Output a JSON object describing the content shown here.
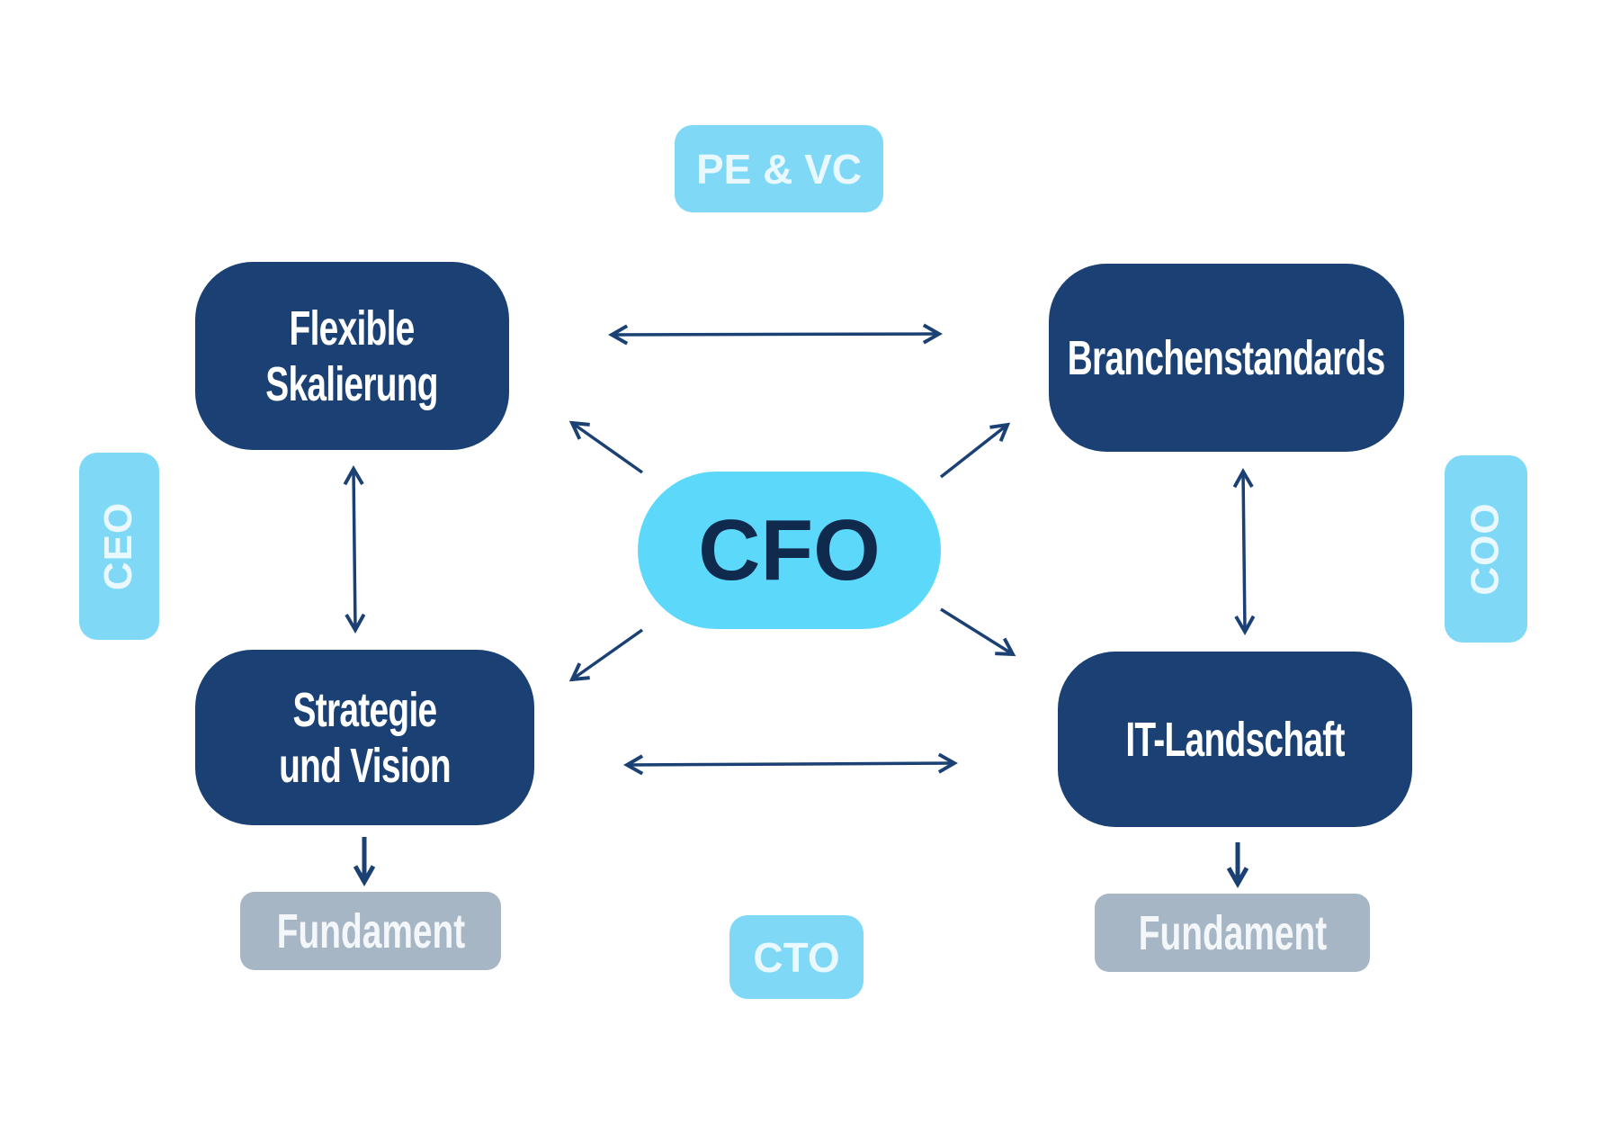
{
  "center": {
    "label": "CFO"
  },
  "stakeholders": {
    "top": "PE & VC",
    "left": "CEO",
    "right": "COO",
    "bottom": "CTO"
  },
  "nodes": {
    "top_left": "Flexible\nSkalierung",
    "top_right": "Branchenstandards",
    "bottom_left": "Strategie\nund Vision",
    "bottom_right": "IT-Landschaft"
  },
  "foundations": {
    "left": "Fundament",
    "right": "Fundament"
  },
  "colors": {
    "navy": "#1b4174",
    "cfo": "#5cd8fb",
    "pill": "#7fd9f6",
    "gray": "#a7b6c5"
  }
}
